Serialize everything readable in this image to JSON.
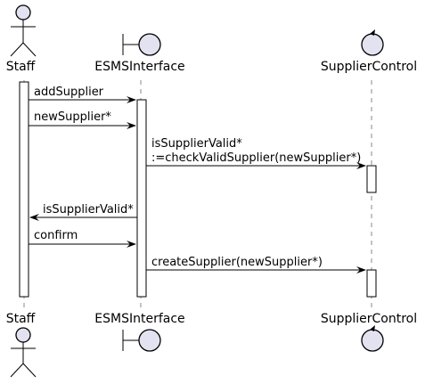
{
  "participants": {
    "staff": {
      "name": "Staff",
      "kind": "actor"
    },
    "ui": {
      "name": "ESMSInterface",
      "kind": "boundary"
    },
    "ctrl": {
      "name": "SupplierControl",
      "kind": "control"
    }
  },
  "messages": [
    {
      "lines": [
        "addSupplier"
      ]
    },
    {
      "lines": [
        "newSupplier*"
      ]
    },
    {
      "lines": [
        "isSupplierValid*",
        ":=checkValidSupplier(newSupplier*)"
      ]
    },
    {
      "lines": [
        "isSupplierValid*"
      ]
    },
    {
      "lines": [
        "confirm"
      ]
    },
    {
      "lines": [
        "createSupplier(newSupplier*)"
      ]
    }
  ],
  "colors": {
    "shape_fill": "#E2E2F0",
    "lifeline": "#888888",
    "stroke": "#000000"
  }
}
